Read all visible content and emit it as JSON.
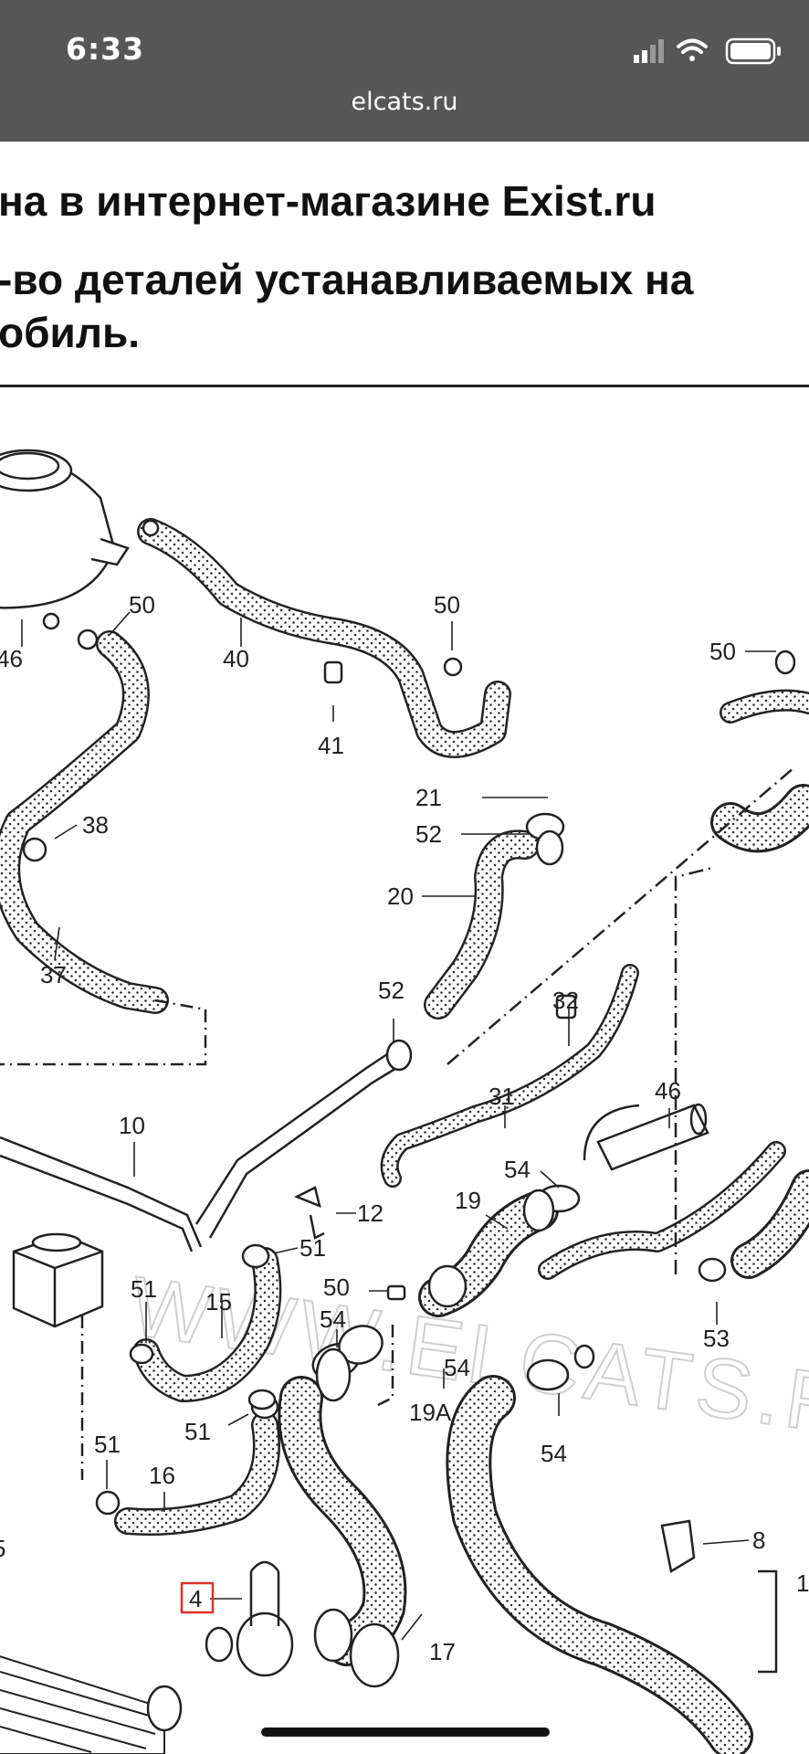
{
  "status_bar": {
    "time": "6:33",
    "url": "elcats.ru",
    "icons": [
      "signal-icon",
      "wifi-icon",
      "battery-icon"
    ]
  },
  "article": {
    "heading_line1": "на в интернет-магазине Exist.ru",
    "heading_line2": "-во деталей устанавливаемых на",
    "heading_line3": "обиль."
  },
  "diagram": {
    "watermark": "WWW.ELCATS.RU",
    "labels": {
      "l46": "46",
      "l40": "40",
      "l50a": "50",
      "l50b": "50",
      "l50c": "50",
      "l50d": "50",
      "l41": "41",
      "l38": "38",
      "l37": "37",
      "l21": "21",
      "l52a": "52",
      "l52b": "52",
      "l20": "20",
      "l32": "32",
      "l31": "31",
      "l46b": "46",
      "l10": "10",
      "l54a": "54",
      "l12": "12",
      "l19": "19",
      "l51a": "51",
      "l51b": "51",
      "l51c": "51",
      "l51d": "51",
      "l15": "15",
      "l54b": "54",
      "l54c": "54",
      "l54d": "54",
      "l19A": "19A",
      "l53": "53",
      "l16": "16",
      "l4": "4",
      "l17": "17",
      "l8": "8",
      "l1": "1",
      "l5": "5"
    }
  },
  "colors": {
    "status_bar": "#565656",
    "text": "#111111",
    "highlight_box": "#d9342b"
  }
}
